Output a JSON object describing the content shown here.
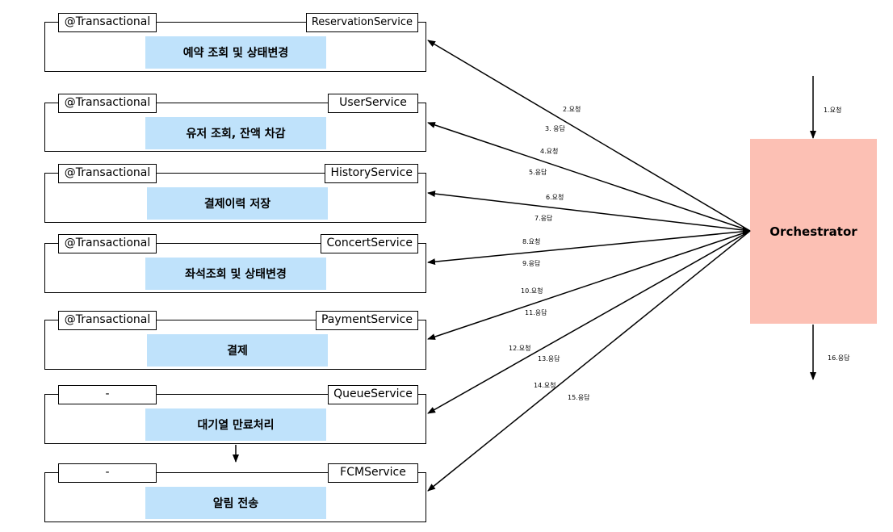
{
  "services": [
    {
      "tag": "@Transactional",
      "name": "ReservationService",
      "task": "예약 조회 및 상태변경"
    },
    {
      "tag": "@Transactional",
      "name": "UserService",
      "task": "유저 조회, 잔액 차감"
    },
    {
      "tag": "@Transactional",
      "name": "HistoryService",
      "task": "결제이력 저장"
    },
    {
      "tag": "@Transactional",
      "name": "ConcertService",
      "task": "좌석조회 및 상태변경"
    },
    {
      "tag": "@Transactional",
      "name": "PaymentService",
      "task": "결제"
    },
    {
      "tag": "-",
      "name": "QueueService",
      "task": "대기열 만료처리"
    },
    {
      "tag": "-",
      "name": "FCMService",
      "task": "알림 전송"
    }
  ],
  "orchestrator": {
    "label": "Orchestrator"
  },
  "edge_labels": {
    "e1": "1.요청",
    "e2": "2.요청",
    "e3": "3. 응답",
    "e4": "4.요청",
    "e5": "5.응답",
    "e6": "6.요청",
    "e7": "7.응답",
    "e8": "8.요청",
    "e9": "9.응답",
    "e10": "10.요청",
    "e11": "11.응답",
    "e12": "12.요청",
    "e13": "13.응답",
    "e14": "14.요청",
    "e15": "15.응답",
    "e16": "16.응답"
  }
}
